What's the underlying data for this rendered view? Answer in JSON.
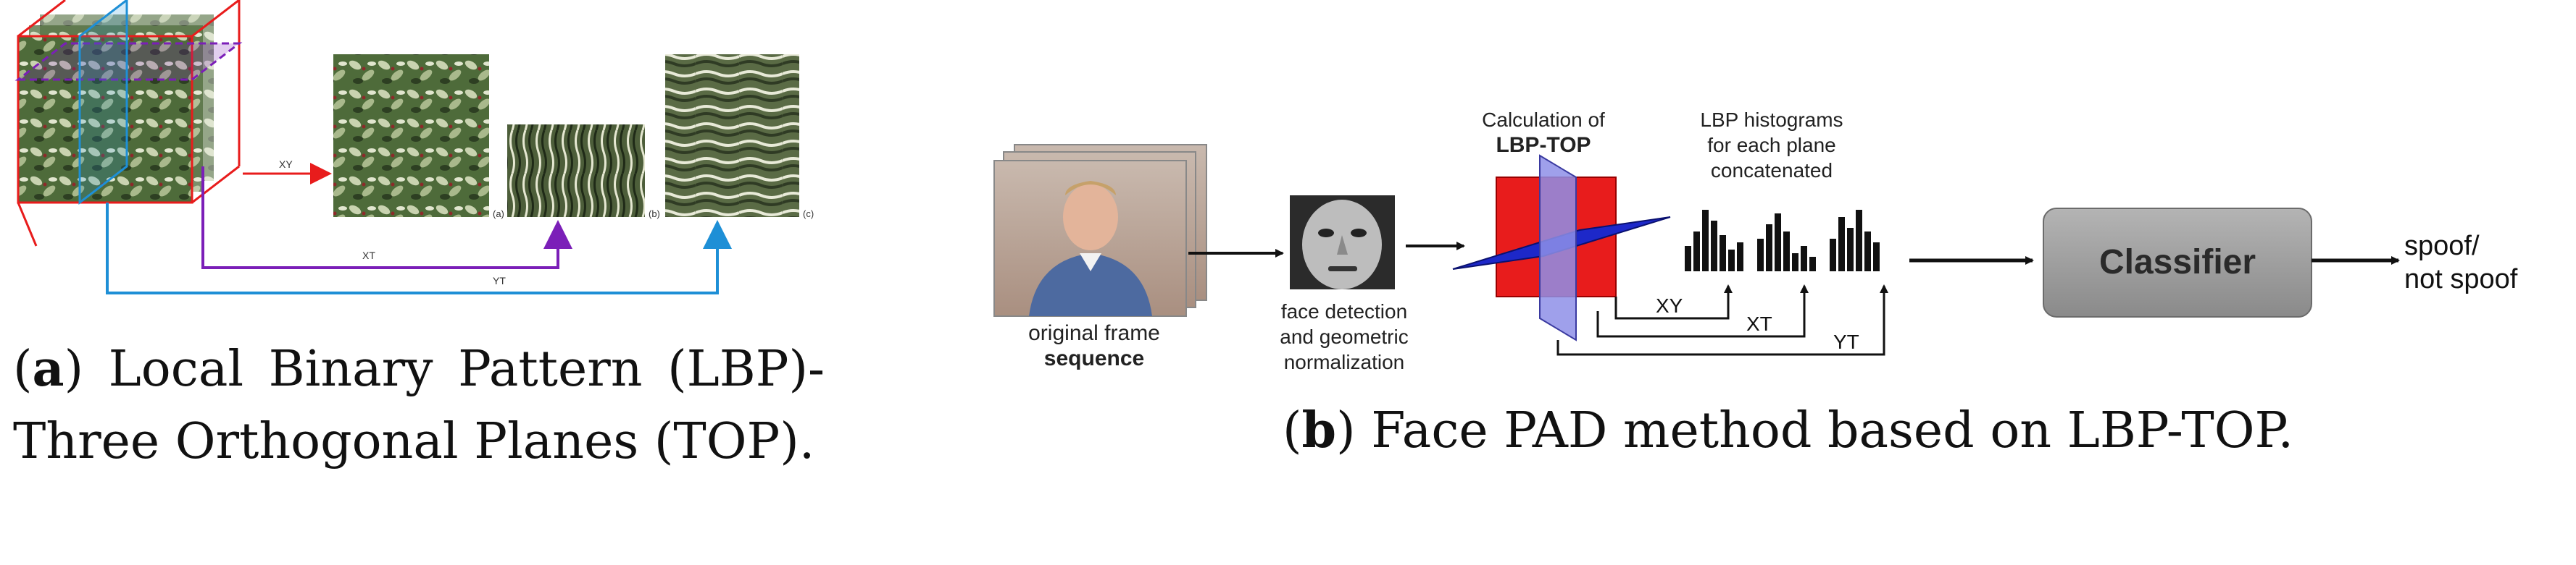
{
  "panel_a": {
    "caption_letter": "a",
    "caption_text": "Local Binary Pattern (LBP)-Three Orthogonal Planes (TOP).",
    "plane_labels": {
      "xy": "XY",
      "xt": "XT",
      "yt": "YT"
    },
    "frame_labels": [
      "(a)",
      "(b)",
      "(c)"
    ]
  },
  "panel_b": {
    "caption_letter": "b",
    "caption_text": "Face PAD method based on LBP-TOP.",
    "step_original": [
      "original frame",
      "sequence"
    ],
    "step_face": [
      "face detection",
      "and geometric",
      "normalization"
    ],
    "step_calc": [
      "Calculation of",
      "LBP-TOP"
    ],
    "step_hist": [
      "LBP histograms",
      "for each plane",
      "concatenated"
    ],
    "plane_labels": {
      "xy": "XY",
      "xt": "XT",
      "yt": "YT"
    },
    "classifier_label": "Classifier",
    "output_label": [
      "spoof/",
      "not spoof"
    ]
  },
  "colors": {
    "red_plane": "#e81c1c",
    "blue_plane": "#1d28c9",
    "purple_arrow": "#7b1fb8",
    "cyan_arrow": "#1e8fd6",
    "classifier_fill": "#9a9a9a"
  }
}
